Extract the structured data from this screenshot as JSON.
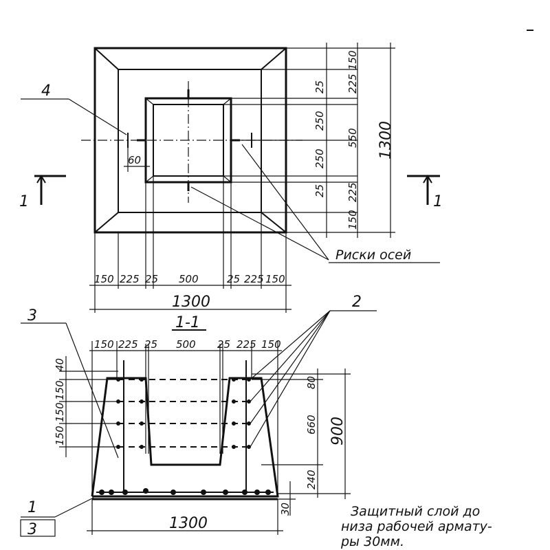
{
  "plan": {
    "bottom_dims": [
      "150",
      "225",
      "25",
      "500",
      "25",
      "225",
      "150"
    ],
    "total_width": "1300",
    "right_dims": [
      "150",
      "225",
      "25",
      "250",
      "250",
      "25",
      "225",
      "150"
    ],
    "right_mid": "550",
    "right_total": "1300",
    "left_60": "60",
    "callout_4": "4"
  },
  "section_marks": {
    "left": "1",
    "right": "1"
  },
  "section": {
    "title": "1-1",
    "top_dims": [
      "150",
      "225",
      "25",
      "500",
      "25",
      "225",
      "150"
    ],
    "left_dims": [
      "40",
      "150",
      "150",
      "150"
    ],
    "right_dims": [
      "80",
      "660",
      "240"
    ],
    "right_total": "900",
    "bottom_30": "30",
    "total_width": "1300"
  },
  "callouts": {
    "c1": "1",
    "c2": "2",
    "c3": "3",
    "c3_box": "3"
  },
  "axis_marks_label": "Риски осей",
  "note": [
    "Защитный слой до",
    "низа рабочей армату-",
    "ры 30мм."
  ]
}
